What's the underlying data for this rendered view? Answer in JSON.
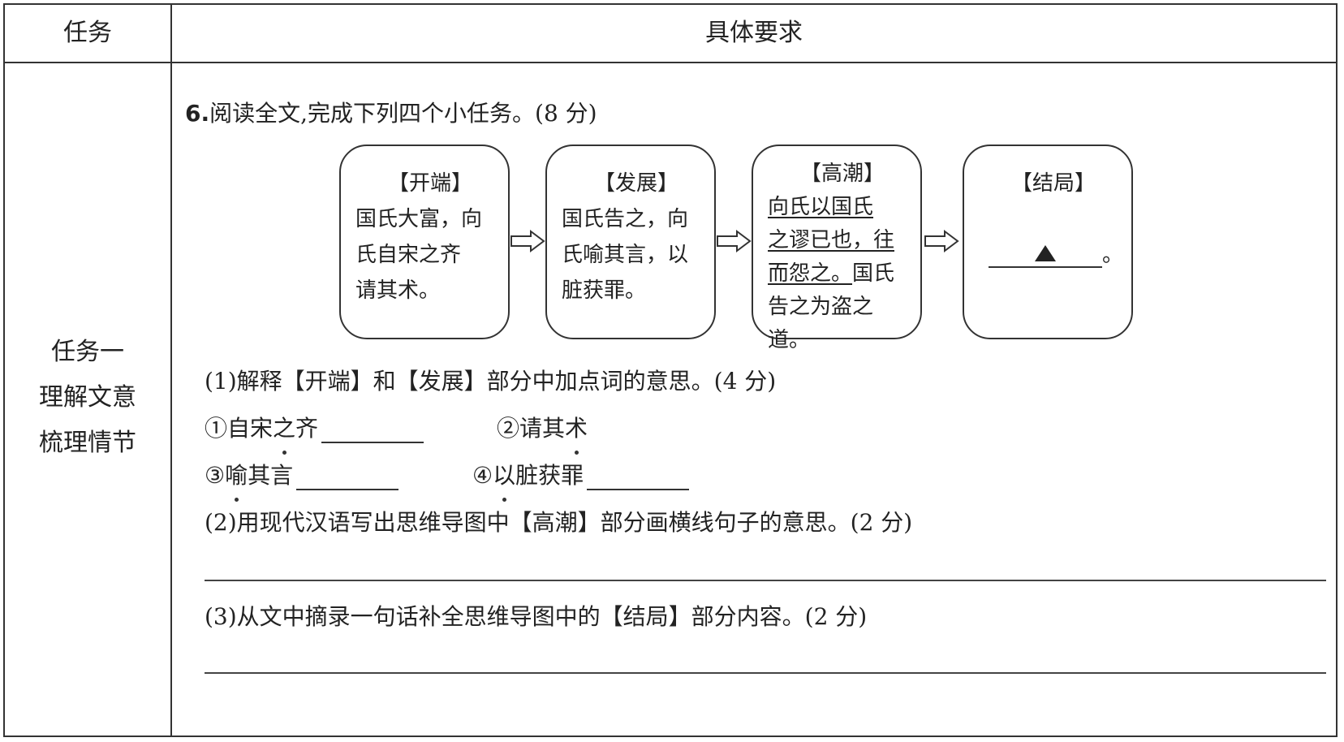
{
  "header": {
    "col1": "任务",
    "col2": "具体要求"
  },
  "task": {
    "line1": "任务一",
    "line2": "理解文意",
    "line3": "梳理情节"
  },
  "question6": {
    "number": "6.",
    "text": "阅读全文,完成下列四个小任务。(8 分)"
  },
  "flow": [
    {
      "title": "【开端】",
      "lines": [
        "国氏大富，向",
        "氏自宋之齐",
        "请其术。"
      ]
    },
    {
      "title": "【发展】",
      "lines": [
        "国氏告之，向",
        "氏喻其言，以",
        "脏获罪。"
      ]
    },
    {
      "title": "【高潮】",
      "underlined": [
        "向氏以国氏",
        "之谬已也，往",
        "而怨之。"
      ],
      "rest_on_line3": "国氏",
      "lines_after": [
        "告之为盗之",
        "道。"
      ]
    },
    {
      "title": "【结局】",
      "answer_marker": "▲",
      "end_punct": "。"
    }
  ],
  "sub1": {
    "text": "(1)解释【开端】和【发展】部分中加点词的意思。(4 分)",
    "items": [
      {
        "num": "①",
        "pre": "自宋",
        "dot": "之",
        "post": "齐"
      },
      {
        "num": "②",
        "pre": "请其",
        "dot": "术",
        "post": ""
      },
      {
        "num": "③",
        "pre": "",
        "dot": "喻",
        "post": "其言"
      },
      {
        "num": "④",
        "pre": "",
        "dot": "以",
        "post": "脏获罪"
      }
    ]
  },
  "sub2": {
    "text": "(2)用现代汉语写出思维导图中【高潮】部分画横线句子的意思。(2 分)"
  },
  "sub3": {
    "text": "(3)从文中摘录一句话补全思维导图中的【结局】部分内容。(2 分)"
  }
}
